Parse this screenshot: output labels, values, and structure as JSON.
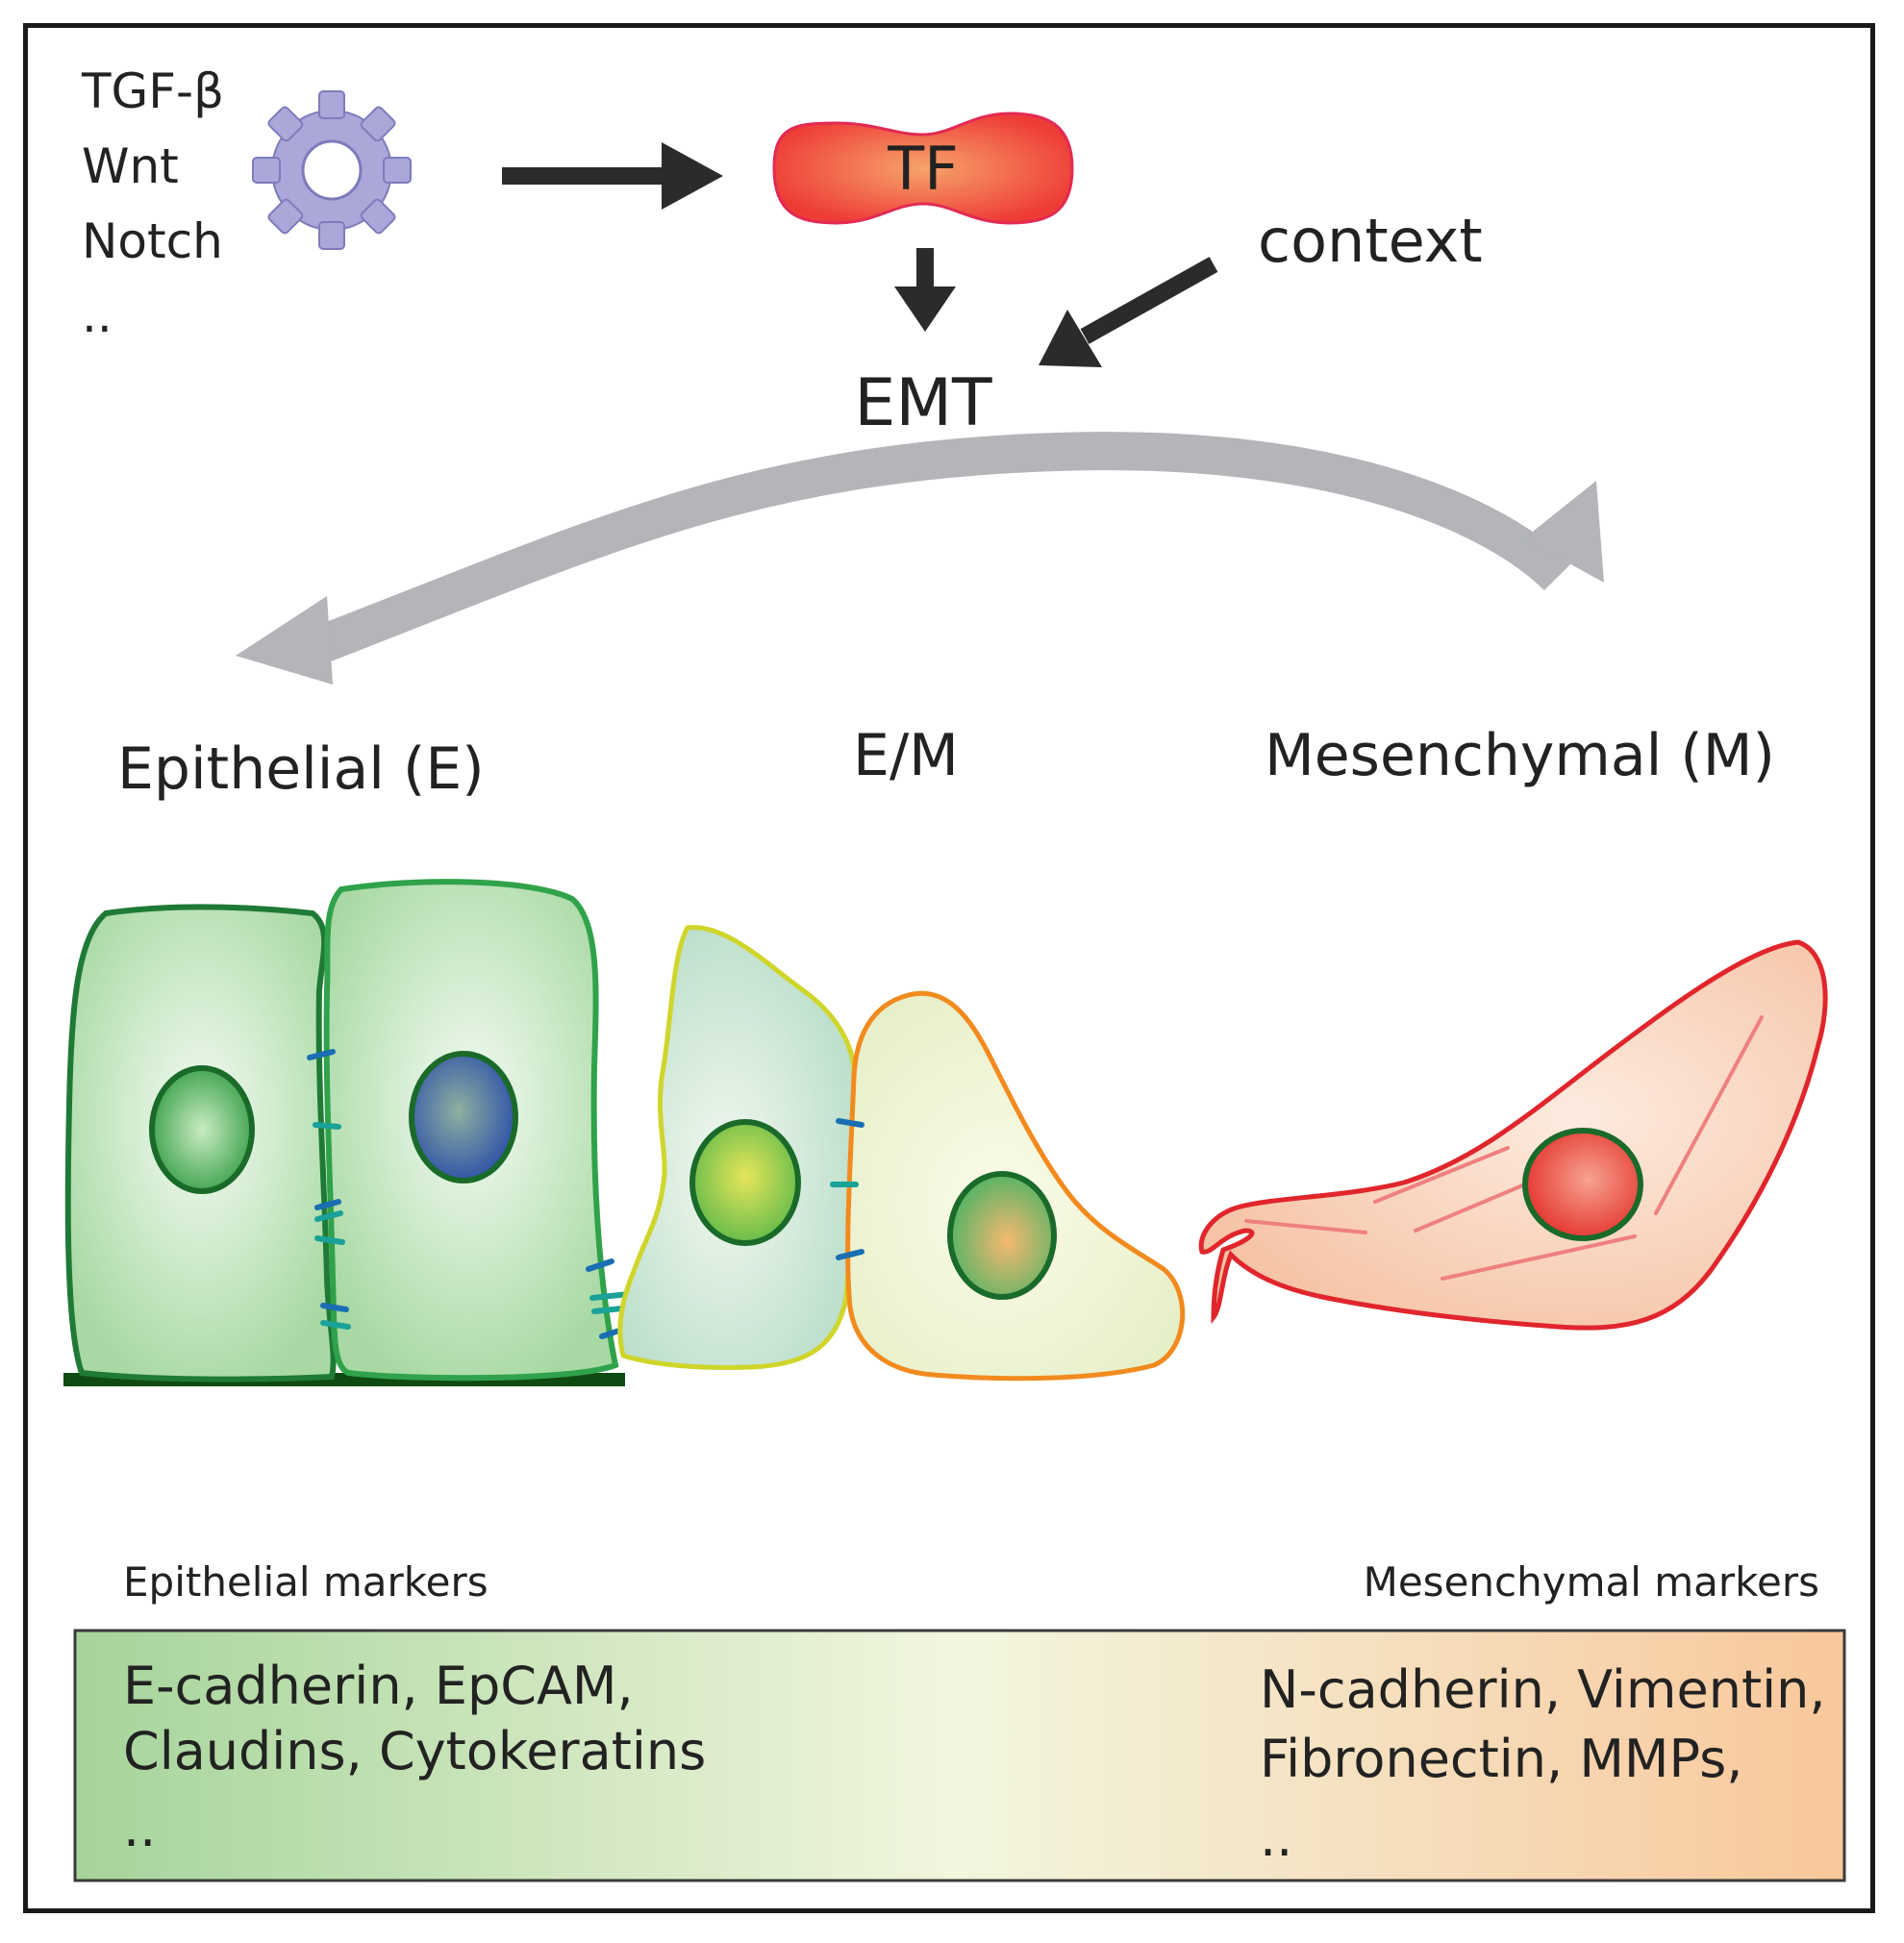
{
  "signals": {
    "items": [
      "TGF-β",
      "Wnt",
      "Notch",
      ".."
    ]
  },
  "tf_label": "TF",
  "context_label": "context",
  "emt_label": "EMT",
  "states": {
    "epithelial": "Epithelial (E)",
    "hybrid": "E/M",
    "mesenchymal": "Mesenchymal (M)"
  },
  "markers": {
    "epithelial_title": "Epithelial markers",
    "mesenchymal_title": "Mesenchymal markers",
    "epithelial_lines": [
      "E-cadherin, EpCAM,",
      "Claudins, Cytokeratins",
      ".."
    ],
    "mesenchymal_lines": [
      "N-cadherin, Vimentin,",
      "Fibronectin, MMPs,",
      ".."
    ]
  },
  "colors": {
    "gear": "#a9a6d8",
    "tf": "#f0413a",
    "arrow_dark": "#2b2b2b",
    "arrow_gray": "#b3b5b8",
    "epithelial_green": "#1f8a3a",
    "mesenchymal_red": "#e0262c",
    "bar_left": "#a6d49a",
    "bar_right": "#f9c79b"
  }
}
